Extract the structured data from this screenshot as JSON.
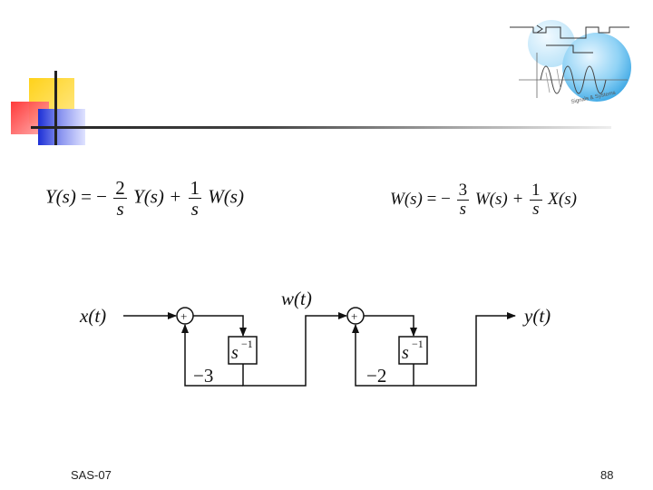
{
  "slide": {
    "footer_left": "SAS-07",
    "page_number": "88"
  },
  "logo": {
    "caption": "Signals & Systems"
  },
  "equations": {
    "left": {
      "lhs": "Y(s)",
      "eq": "= −",
      "f1_num": "2",
      "f1_den": "s",
      "t1": "Y(s) +",
      "f2_num": "1",
      "f2_den": "s",
      "t2": "W(s)"
    },
    "right": {
      "lhs": "W(s)",
      "eq": "= −",
      "f1_num": "3",
      "f1_den": "s",
      "t1": "W(s) +",
      "f2_num": "1",
      "f2_den": "s",
      "t2": "X(s)"
    }
  },
  "diagram": {
    "input": "x(t)",
    "output": "y(t)",
    "intermediate": "w(t)",
    "sum1": "+",
    "sum2": "+",
    "block1_base": "s",
    "block1_exp": "−1",
    "block2_base": "s",
    "block2_exp": "−1",
    "gain1": "−3",
    "gain2": "−2"
  }
}
